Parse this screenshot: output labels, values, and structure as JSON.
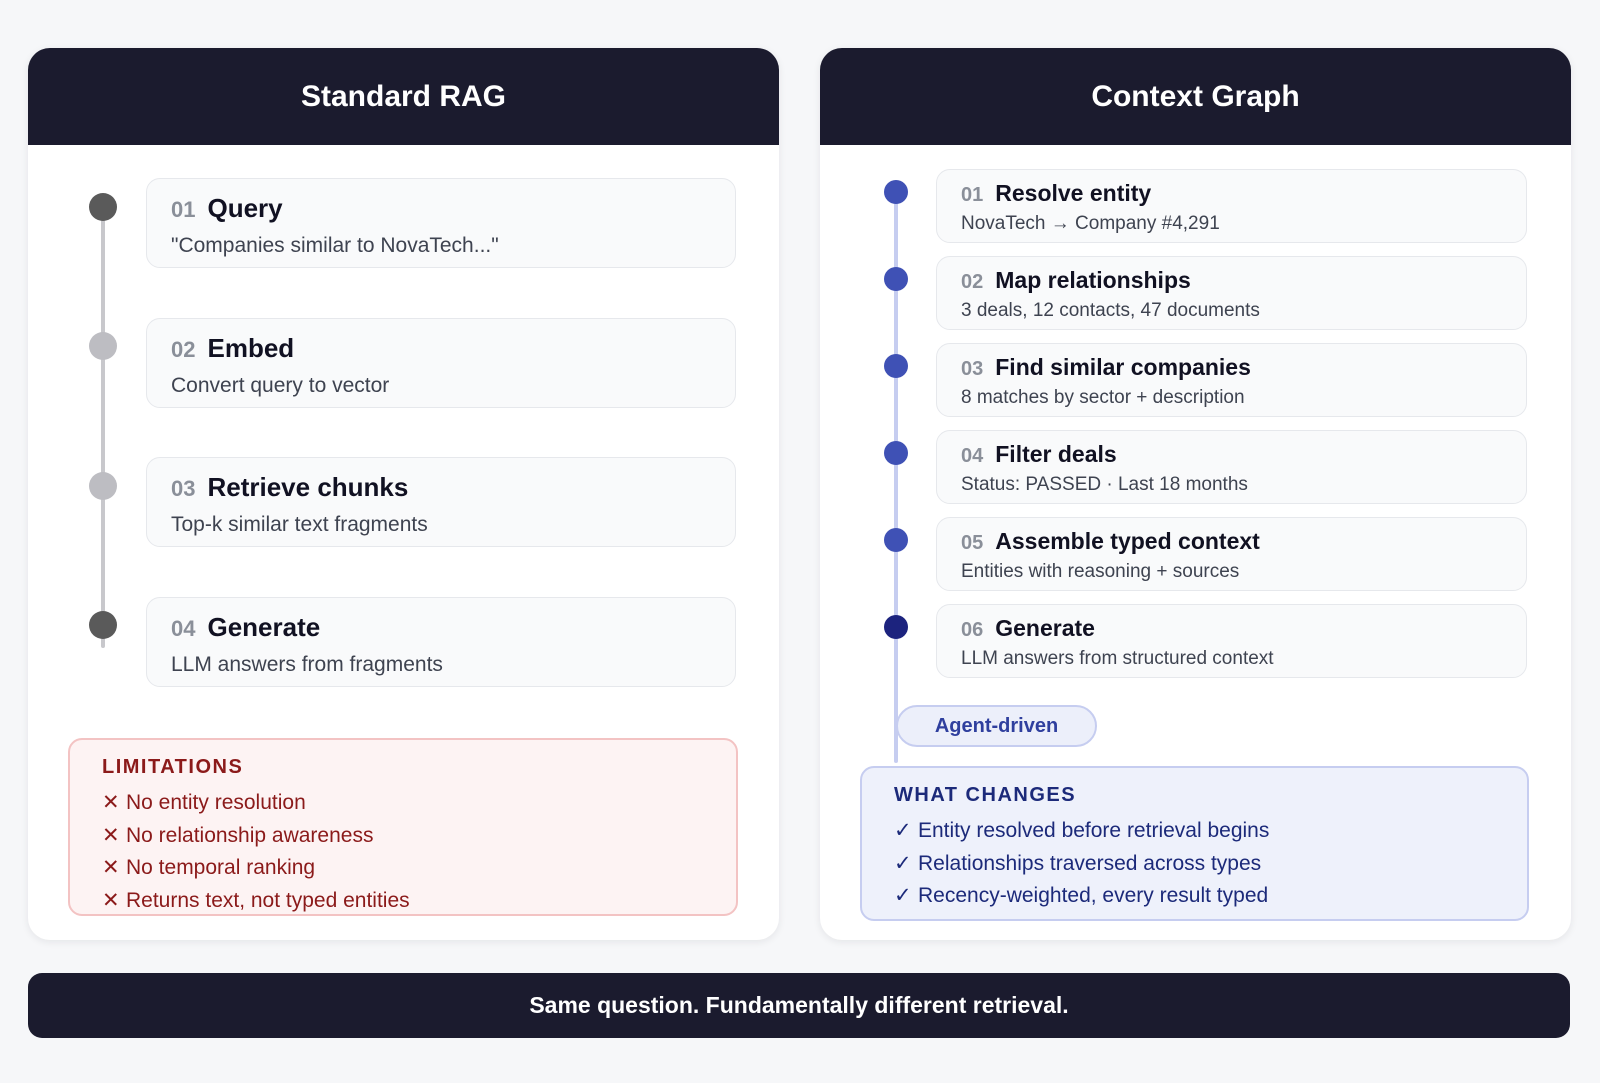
{
  "left": {
    "title": "Standard RAG",
    "steps": [
      {
        "num": "01",
        "title": "Query",
        "sub": "\"Companies similar to NovaTech...\""
      },
      {
        "num": "02",
        "title": "Embed",
        "sub": "Convert query to vector"
      },
      {
        "num": "03",
        "title": "Retrieve chunks",
        "sub": "Top-k similar text fragments"
      },
      {
        "num": "04",
        "title": "Generate",
        "sub": "LLM answers from fragments"
      }
    ],
    "limitations": {
      "heading": "LIMITATIONS",
      "mark": "✕",
      "items": [
        "No entity resolution",
        "No relationship awareness",
        "No temporal ranking",
        "Returns text, not typed entities"
      ]
    }
  },
  "right": {
    "title": "Context Graph",
    "steps": [
      {
        "num": "01",
        "title": "Resolve entity",
        "sub": "NovaTech → Company #4,291"
      },
      {
        "num": "02",
        "title": "Map relationships",
        "sub": "3 deals, 12 contacts, 47 documents"
      },
      {
        "num": "03",
        "title": "Find similar companies",
        "sub": "8 matches by sector + description"
      },
      {
        "num": "04",
        "title": "Filter deals",
        "sub": "Status: PASSED · Last 18 months"
      },
      {
        "num": "05",
        "title": "Assemble typed context",
        "sub": "Entities with reasoning + sources"
      },
      {
        "num": "06",
        "title": "Generate",
        "sub": "LLM answers from structured context"
      }
    ],
    "pill": "Agent-driven",
    "changes": {
      "heading": "WHAT CHANGES",
      "mark": "✓",
      "items": [
        "Entity resolved before retrieval begins",
        "Relationships traversed across types",
        "Recency-weighted, every result typed"
      ]
    }
  },
  "footer": "Same question. Fundamentally different retrieval.",
  "colors": {
    "header_bg": "#1b1b2e",
    "left_dot_dark": "#5a5a5a",
    "left_dot_light": "#bdbdc2",
    "right_dot": "#3f51b5",
    "right_dot_last": "#1c237e",
    "limit_text": "#8b1a1a",
    "changes_text": "#1c2a7a"
  }
}
